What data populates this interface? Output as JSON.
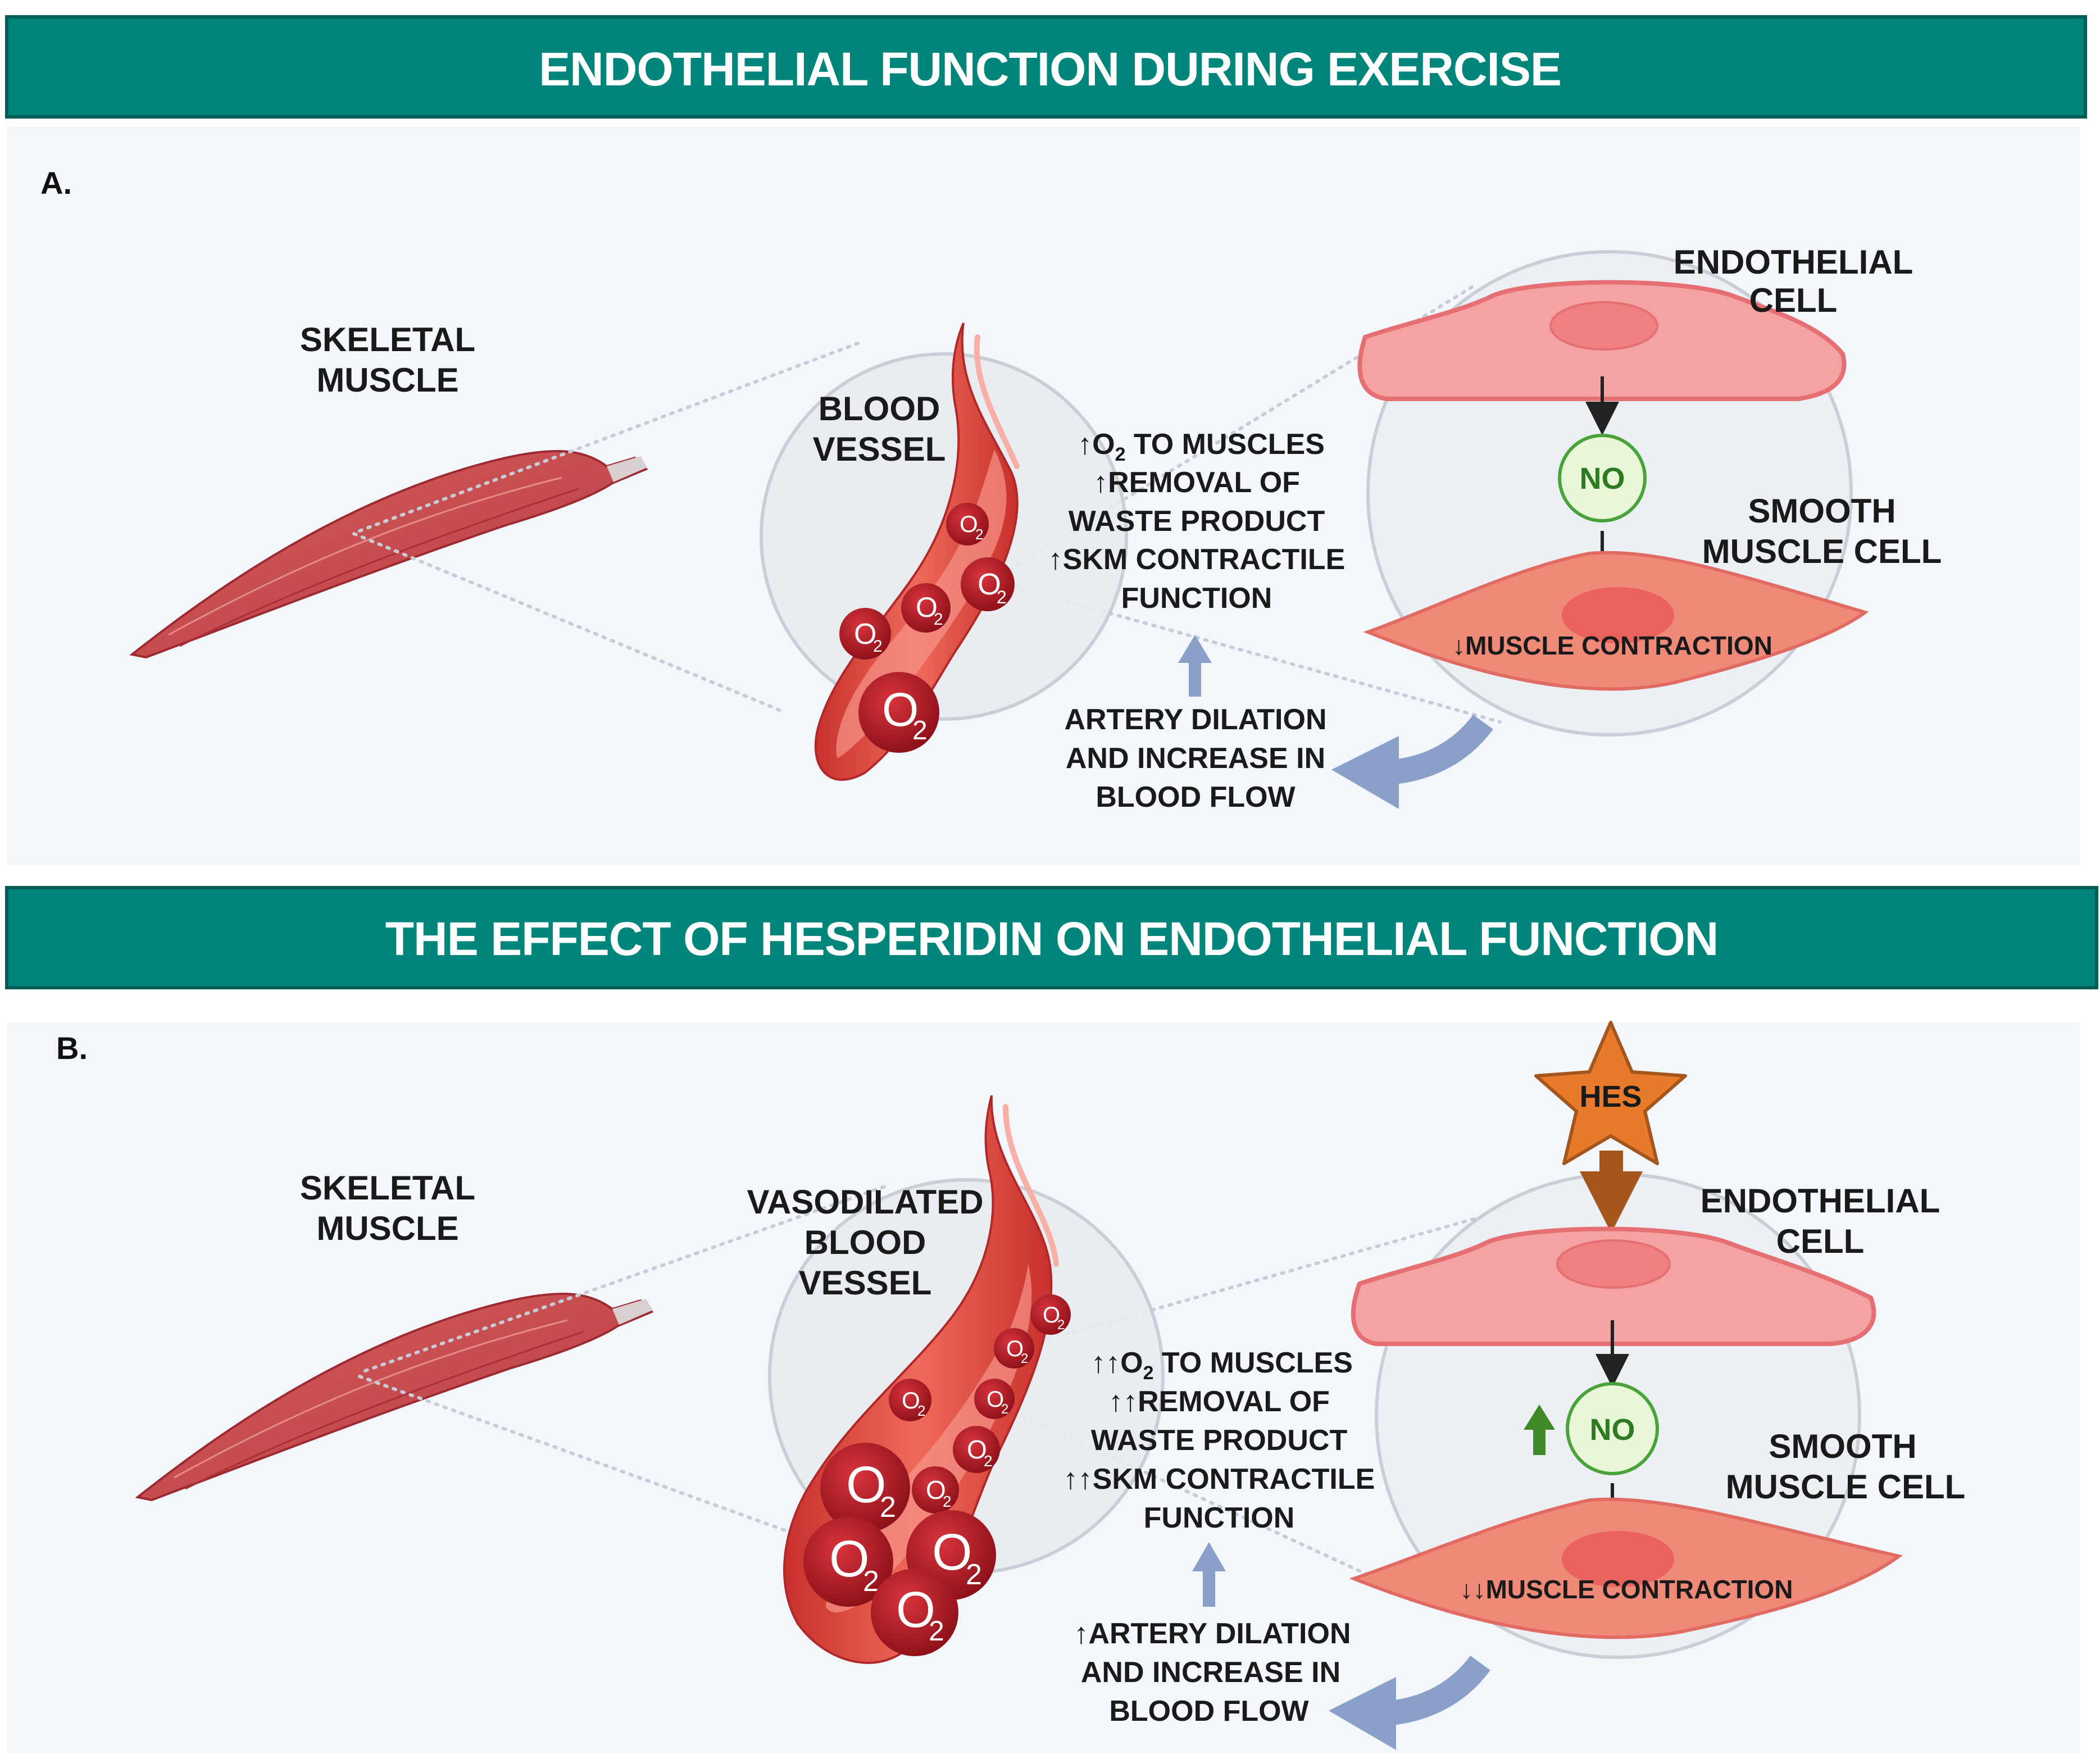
{
  "panel_a": {
    "banner_title": "ENDOTHELIAL FUNCTION DURING EXERCISE",
    "letter": "A.",
    "skeletal_muscle": [
      "SKELETAL",
      "MUSCLE"
    ],
    "blood_vessel": [
      "BLOOD",
      "VESSEL"
    ],
    "endothelial_cell": [
      "ENDOTHELIAL",
      "CELL"
    ],
    "no_label": "NO",
    "smooth_muscle_cell": [
      "SMOOTH",
      "MUSCLE CELL"
    ],
    "muscle_contraction": "↓MUSCLE CONTRACTION",
    "effects": {
      "line1_prefix": "↑O",
      "line1_sub": "2",
      "line1_suffix": " TO MUSCLES",
      "line2": "↑REMOVAL OF",
      "line3": "WASTE PRODUCT",
      "line4": "↑SKM CONTRACTILE",
      "line5": "FUNCTION"
    },
    "dilation": [
      "ARTERY DILATION",
      "AND INCREASE IN",
      "BLOOD FLOW"
    ]
  },
  "panel_b": {
    "banner_title": "THE EFFECT OF HESPERIDIN ON ENDOTHELIAL FUNCTION",
    "letter": "B.",
    "skeletal_muscle": [
      "SKELETAL",
      "MUSCLE"
    ],
    "blood_vessel": [
      "VASODILATED",
      "BLOOD",
      "VESSEL"
    ],
    "hes_label": "HES",
    "endothelial_cell": [
      "ENDOTHELIAL",
      "CELL"
    ],
    "no_label": "NO",
    "smooth_muscle_cell": [
      "SMOOTH",
      "MUSCLE CELL"
    ],
    "muscle_contraction": "↓↓MUSCLE CONTRACTION",
    "effects": {
      "line1_prefix": "↑↑O",
      "line1_sub": "2",
      "line1_suffix": " TO MUSCLES",
      "line2": "↑↑REMOVAL OF",
      "line3": "WASTE PRODUCT",
      "line4": "↑↑SKM CONTRACTILE",
      "line5": "FUNCTION"
    },
    "dilation": [
      "↑ARTERY DILATION",
      "AND INCREASE IN",
      "BLOOD FLOW"
    ]
  },
  "o2": {
    "main": "O",
    "sub": "2"
  },
  "colors": {
    "banner": "#00857a",
    "panel_bg": "#f3f6fb",
    "muscle": "#c84848",
    "vessel": "#d8443c",
    "rbc": "#a01822",
    "endothelial": "#f49c9c",
    "smooth_muscle": "#f08a78",
    "no_circle": "#e8f7d8",
    "no_stroke": "#4aa33a",
    "hes": "#e87a2c",
    "hes_arrow": "#a4561c",
    "blue_arrow": "#8aa0c8",
    "green_arrow": "#3e8a2a"
  }
}
